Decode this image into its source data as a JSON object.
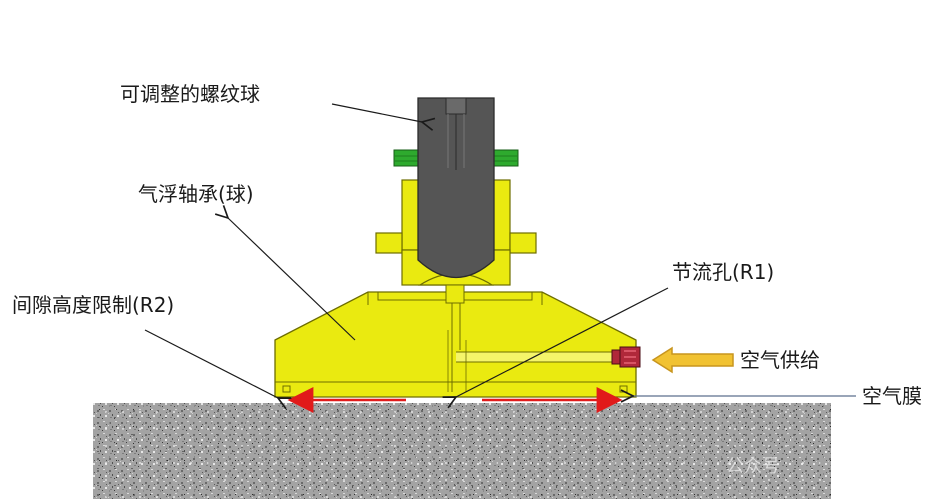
{
  "labels": {
    "adjustable_ball": "可调整的螺纹球",
    "air_bearing_ball": "气浮轴承(球)",
    "gap_limit": "间隙高度限制(R2)",
    "orifice": "节流孔(R1)",
    "air_supply": "空气供给",
    "air_film": "空气膜"
  },
  "watermark": "公众号",
  "colors": {
    "bearing_yellow": "#EAEA10",
    "bolt_gray": "#555555",
    "nut_green": "#2EAA2E",
    "fitting_red": "#B0283A",
    "gap_arrow_red": "#E11A1A",
    "supply_arrow_gold": "#C8951E",
    "granite": "#9A9A9A"
  },
  "icons": {
    "air_supply_arrow": "left-arrow-icon",
    "gap_arrows": "double-arrow-icon"
  }
}
